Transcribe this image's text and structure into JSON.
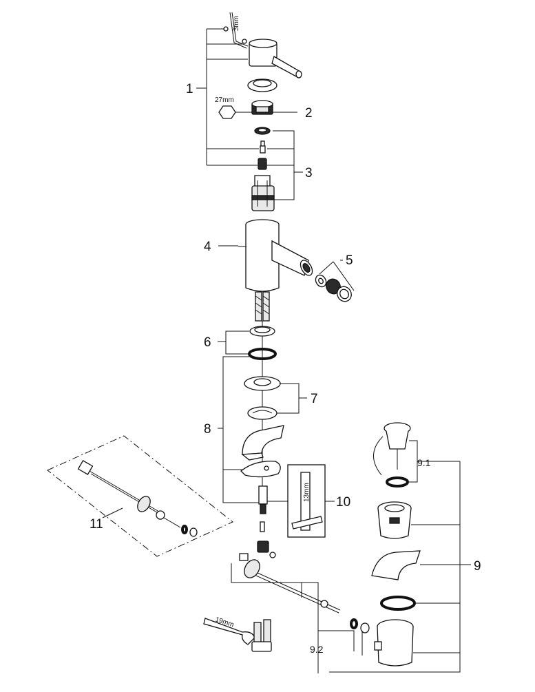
{
  "diagram": {
    "callouts": {
      "c1": "1",
      "c2": "2",
      "c3": "3",
      "c4": "4",
      "c5": "5",
      "c6": "6",
      "c7": "7",
      "c8": "8",
      "c9": "9",
      "c9_1": "9.1",
      "c9_2": "9.2",
      "c10": "10",
      "c11": "11"
    },
    "tool_labels": {
      "allen_key": "3mm",
      "hex_nut": "27mm",
      "wrench_13": "13mm",
      "wrench_19": "19mm"
    }
  }
}
